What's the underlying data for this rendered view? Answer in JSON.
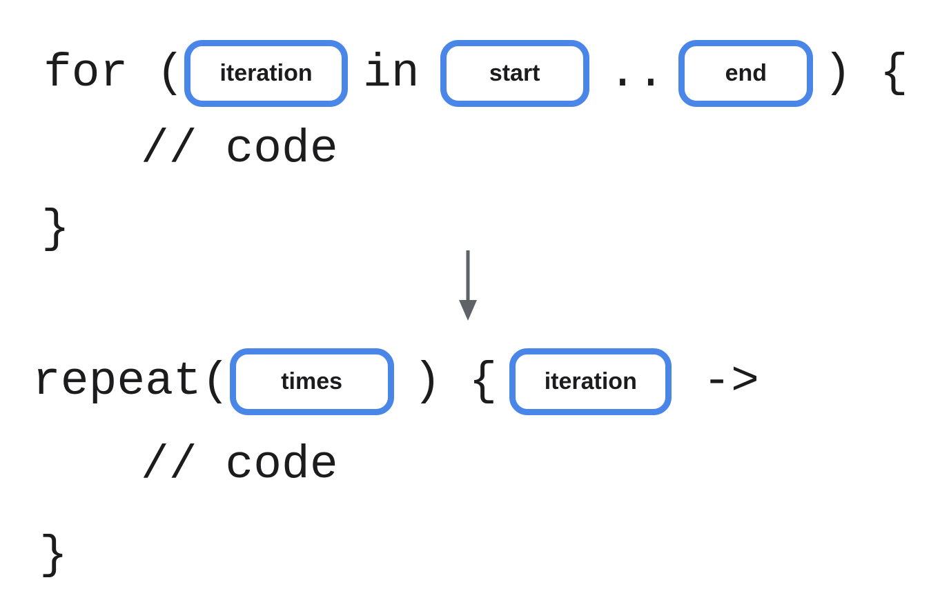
{
  "colors": {
    "box_border": "#4a86e8",
    "arrow": "#5f6368",
    "text": "#1c1c1e"
  },
  "before": {
    "line1": {
      "kw_for": "for (",
      "slot_iteration": "iteration",
      "kw_in": "in",
      "slot_start": "start",
      "range_dots": "..",
      "slot_end": "end",
      "close": ") {"
    },
    "line2": "// code",
    "line3": "}"
  },
  "transform": {
    "icon": "down-arrow"
  },
  "after": {
    "line1": {
      "kw_repeat": "repeat(",
      "slot_times": "times",
      "close_paren": ")",
      "open_brace": "{",
      "slot_iteration": "iteration",
      "lambda_arrow": "->"
    },
    "line2": "// code",
    "line3": "}"
  }
}
